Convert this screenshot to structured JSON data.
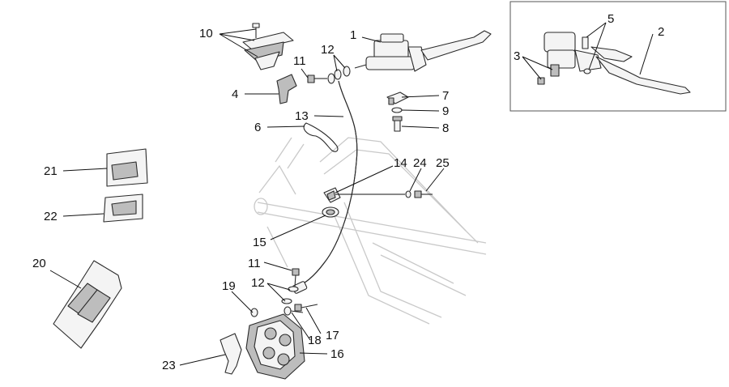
{
  "callouts": [
    {
      "id": "c1",
      "text": "1"
    },
    {
      "id": "c2",
      "text": "2"
    },
    {
      "id": "c3",
      "text": "3"
    },
    {
      "id": "c4",
      "text": "4"
    },
    {
      "id": "c5",
      "text": "5"
    },
    {
      "id": "c6",
      "text": "6"
    },
    {
      "id": "c7",
      "text": "7"
    },
    {
      "id": "c8",
      "text": "8"
    },
    {
      "id": "c9",
      "text": "9"
    },
    {
      "id": "c10",
      "text": "10"
    },
    {
      "id": "c11a",
      "text": "11"
    },
    {
      "id": "c11b",
      "text": "11"
    },
    {
      "id": "c12a",
      "text": "12"
    },
    {
      "id": "c12b",
      "text": "12"
    },
    {
      "id": "c13",
      "text": "13"
    },
    {
      "id": "c14",
      "text": "14"
    },
    {
      "id": "c15",
      "text": "15"
    },
    {
      "id": "c16",
      "text": "16"
    },
    {
      "id": "c17",
      "text": "17"
    },
    {
      "id": "c18",
      "text": "18"
    },
    {
      "id": "c19",
      "text": "19"
    },
    {
      "id": "c20",
      "text": "20"
    },
    {
      "id": "c21",
      "text": "21"
    },
    {
      "id": "c22",
      "text": "22"
    },
    {
      "id": "c23",
      "text": "23"
    },
    {
      "id": "c24",
      "text": "24"
    },
    {
      "id": "c25",
      "text": "25"
    }
  ]
}
